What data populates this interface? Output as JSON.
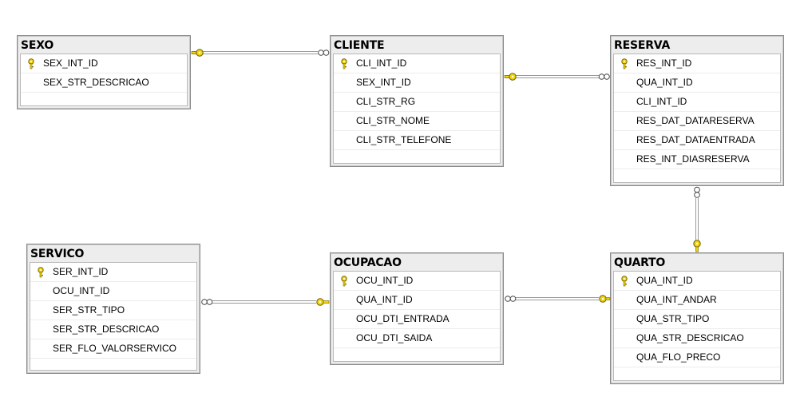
{
  "tables": {
    "sexo": {
      "title": "SEXO",
      "columns": [
        {
          "name": "SEX_INT_ID",
          "key": true
        },
        {
          "name": "SEX_STR_DESCRICAO",
          "key": false
        }
      ]
    },
    "cliente": {
      "title": "CLIENTE",
      "columns": [
        {
          "name": "CLI_INT_ID",
          "key": true
        },
        {
          "name": "SEX_INT_ID",
          "key": false
        },
        {
          "name": "CLI_STR_RG",
          "key": false
        },
        {
          "name": "CLI_STR_NOME",
          "key": false
        },
        {
          "name": "CLI_STR_TELEFONE",
          "key": false
        }
      ]
    },
    "reserva": {
      "title": "RESERVA",
      "columns": [
        {
          "name": "RES_INT_ID",
          "key": true
        },
        {
          "name": "QUA_INT_ID",
          "key": false
        },
        {
          "name": "CLI_INT_ID",
          "key": false
        },
        {
          "name": "RES_DAT_DATARESERVA",
          "key": false
        },
        {
          "name": "RES_DAT_DATAENTRADA",
          "key": false
        },
        {
          "name": "RES_INT_DIASRESERVA",
          "key": false
        }
      ]
    },
    "servico": {
      "title": "SERVICO",
      "columns": [
        {
          "name": "SER_INT_ID",
          "key": true
        },
        {
          "name": "OCU_INT_ID",
          "key": false
        },
        {
          "name": "SER_STR_TIPO",
          "key": false
        },
        {
          "name": "SER_STR_DESCRICAO",
          "key": false
        },
        {
          "name": "SER_FLO_VALORSERVICO",
          "key": false
        }
      ]
    },
    "ocupacao": {
      "title": "OCUPACAO",
      "columns": [
        {
          "name": "OCU_INT_ID",
          "key": true
        },
        {
          "name": "QUA_INT_ID",
          "key": false
        },
        {
          "name": "OCU_DTI_ENTRADA",
          "key": false
        },
        {
          "name": "OCU_DTI_SAIDA",
          "key": false
        }
      ]
    },
    "quarto": {
      "title": "QUARTO",
      "columns": [
        {
          "name": "QUA_INT_ID",
          "key": true
        },
        {
          "name": "QUA_INT_ANDAR",
          "key": false
        },
        {
          "name": "QUA_STR_TIPO",
          "key": false
        },
        {
          "name": "QUA_STR_DESCRICAO",
          "key": false
        },
        {
          "name": "QUA_FLO_PRECO",
          "key": false
        }
      ]
    }
  },
  "relationships": [
    {
      "one": "SEXO",
      "many": "CLIENTE"
    },
    {
      "one": "CLIENTE",
      "many": "RESERVA"
    },
    {
      "one": "QUARTO",
      "many": "RESERVA"
    },
    {
      "one": "OCUPACAO",
      "many": "SERVICO"
    },
    {
      "one": "QUARTO",
      "many": "OCUPACAO"
    }
  ],
  "colors": {
    "key_icon": "#f2d40c",
    "connector": "#9a9a9a",
    "header_bg": "#ededed"
  }
}
